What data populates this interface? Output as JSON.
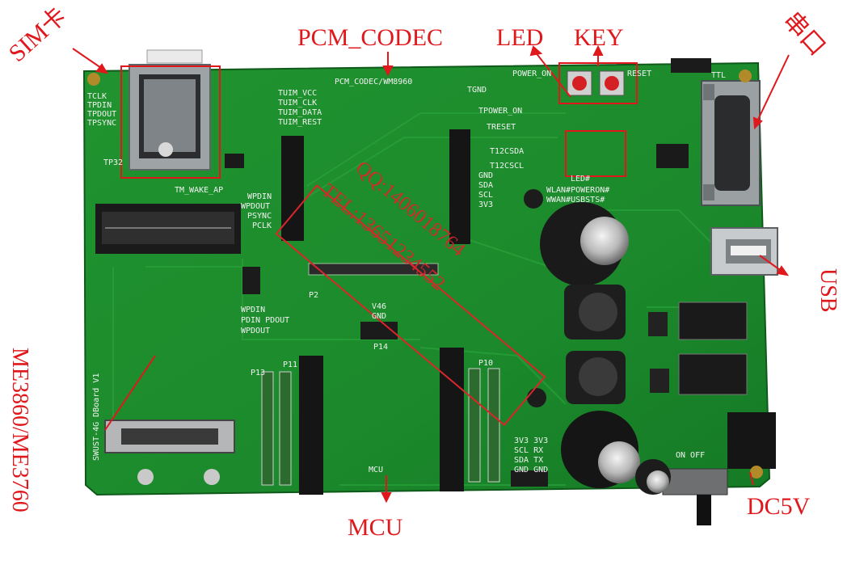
{
  "callouts": {
    "sim": "SIM卡",
    "pcm": "PCM_CODEC",
    "led": "LED",
    "key": "KEY",
    "serial": "串口",
    "usb": "USB",
    "me": "ME3860/ME3760",
    "mcu": "MCU",
    "dc": "DC5V"
  },
  "watermark": {
    "qq": "QQ:1406018764",
    "tel": "TEL:13651234552"
  },
  "silkscreen": {
    "pcm_codec": "PCM_CODEC/WM8960",
    "tgnd": "TGND",
    "tpower_on": "TPOWER_ON",
    "treset": "TRESET",
    "t12csda": "T12CSDA",
    "t12cscl": "T12CSCL",
    "tuim": [
      "TUIM_VCC",
      "TUIM_CLK",
      "TUIM_DATA",
      "TUIM_REST"
    ],
    "tm_wake": "TM_WAKE_AP",
    "left_pins": [
      "TCLK",
      "TPDIN",
      "TPDOUT",
      "TPSYNC"
    ],
    "wp_group": [
      "WPDIN",
      "WPDOUT",
      "PSYNC",
      "PCLK"
    ],
    "wp_group2": [
      "WPDIN",
      "PDIN PDOUT",
      "WPDOUT"
    ],
    "i2c": [
      "GND",
      "SDA",
      "SCL",
      "3V3"
    ],
    "led_tag": "LED#",
    "led_status": [
      "WLAN#POWERON#",
      "WWAN#USBSTS#"
    ],
    "power_on": "POWER_ON",
    "reset": "RESET",
    "ttl": "TTL",
    "v46": "V46",
    "gnd": "GND",
    "board": "SWUST-4G DBoard V1",
    "mcu": "MCU",
    "on_off": "ON OFF",
    "bottom_pins": [
      "3V3",
      "3V3",
      "SCL",
      "RX",
      "SDA",
      "TX",
      "GND",
      "GND"
    ],
    "tp32": "TP32",
    "p2": "P2",
    "p13": "P13",
    "p11": "P11",
    "p10": "P10",
    "p14": "P14"
  },
  "colors": {
    "pcb": "#1e8c2e",
    "pcb_dark": "#166f23",
    "callout": "#e0181c",
    "silk": "#f2f2f2"
  }
}
